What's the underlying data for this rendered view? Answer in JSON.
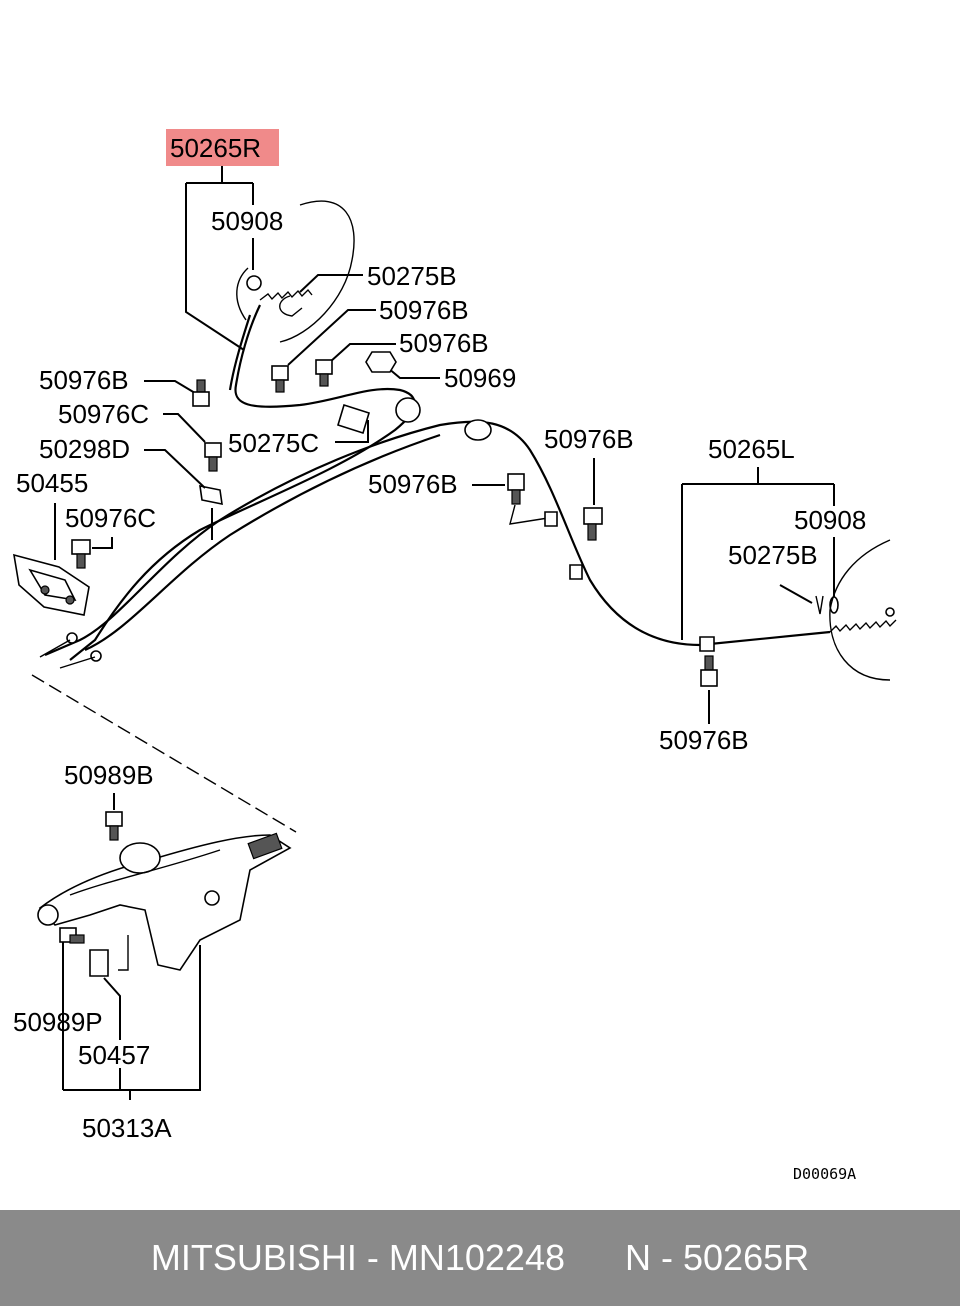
{
  "highlight_color": "#f08a8a",
  "callouts": {
    "main_part": "50265R",
    "r_retainer": "50908",
    "r_spring": "50275B",
    "r_bolt_1": "50976B",
    "r_bolt_2": "50976B",
    "grommet": "50969",
    "left_bolt": "50976B",
    "bolt_c": "50976C",
    "clamp_c": "50275C",
    "clip_d": "50298D",
    "bracket": "50455",
    "bracket_bolt": "50976C",
    "center_bolt_left": "50976B",
    "center_bolt_right": "50976B",
    "l_cable": "50265L",
    "l_retainer": "50908",
    "l_spring": "50275B",
    "l_bolt": "50976B",
    "lever_bolt_top": "50989B",
    "lever_bolt_bottom": "50989P",
    "lever_switch": "50457",
    "lever_assy": "50313A",
    "drawing_code": "D00069A"
  },
  "footer": {
    "text": "MITSUBISHI - MN102248      N - 50265R"
  }
}
